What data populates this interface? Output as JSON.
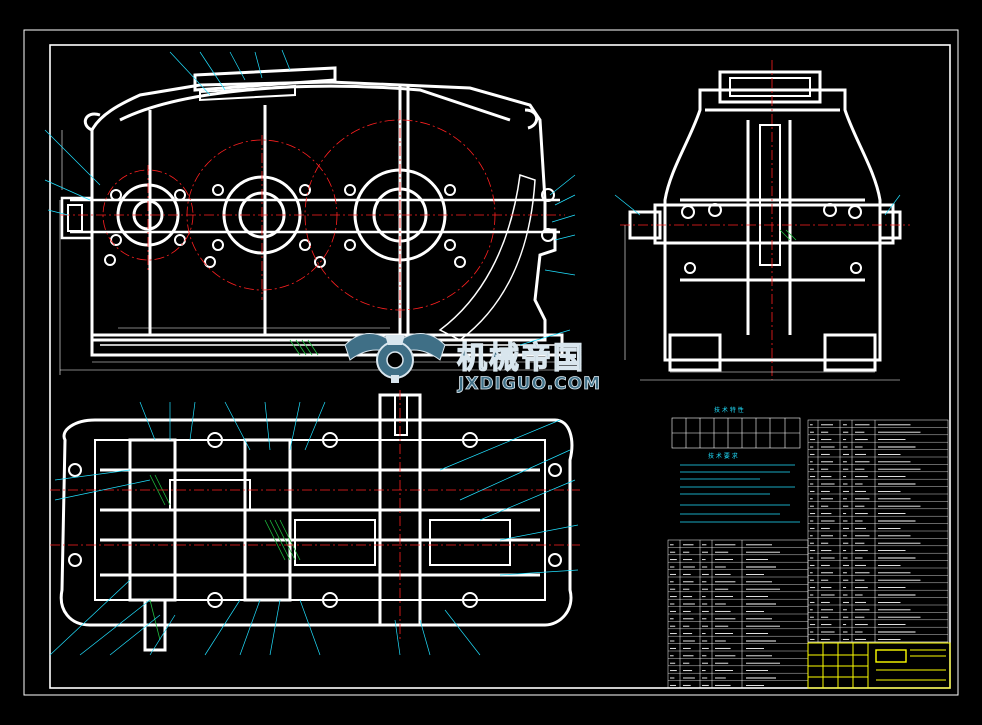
{
  "watermark": {
    "cn": "机械帝国",
    "en": "JXDIGUO.COM"
  },
  "spec_table": {
    "title": "技 术 特 性",
    "rows": [
      [
        "",
        "",
        "",
        "",
        "",
        "",
        "",
        "",
        ""
      ],
      [
        "",
        "",
        "",
        "",
        "",
        "",
        "",
        "",
        ""
      ]
    ]
  },
  "tech_requirements": {
    "title": "技 术 要 求",
    "lines": [
      "",
      "",
      "",
      "",
      "",
      "",
      ""
    ]
  },
  "colors": {
    "line": "#ffffff",
    "center": "#ff2020",
    "leader": "#20e0ff",
    "hatch": "#20c040",
    "title_block": "#ffff00",
    "watermark": "#3f6f86"
  },
  "views": [
    "front-view",
    "side-view",
    "top-view"
  ]
}
